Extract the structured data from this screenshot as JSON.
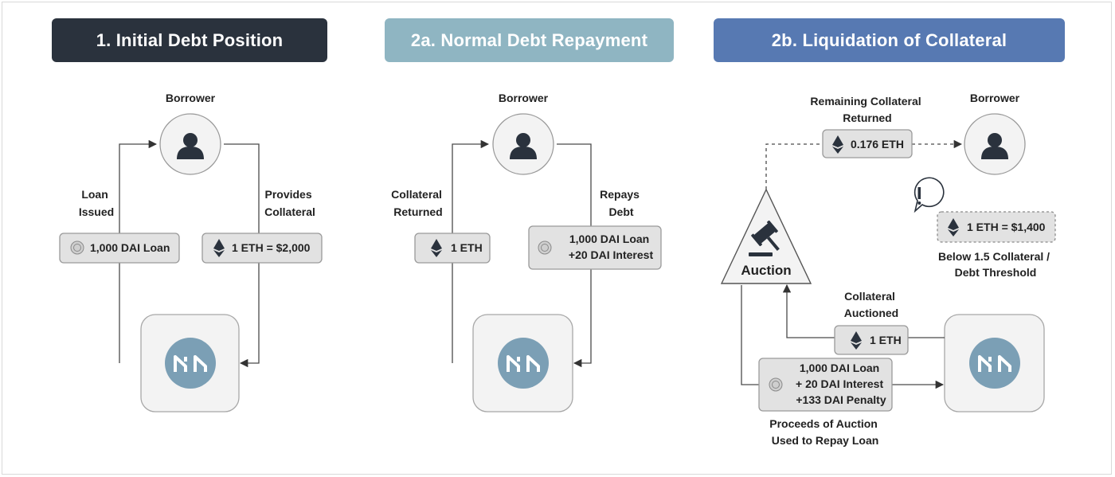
{
  "headers": {
    "initial": "1. Initial Debt Position",
    "repayment": "2a. Normal Debt Repayment",
    "liquidation": "2b. Liquidation of Collateral"
  },
  "panel1": {
    "borrower": "Borrower",
    "loan_issued": [
      "Loan",
      "Issued"
    ],
    "provides_collateral": [
      "Provides",
      "Collateral"
    ],
    "loan_tag": "1,000 DAI Loan",
    "eth_tag": "1 ETH = $2,000"
  },
  "panel2": {
    "borrower": "Borrower",
    "collateral_returned": [
      "Collateral",
      "Returned"
    ],
    "repays_debt": [
      "Repays",
      "Debt"
    ],
    "eth_tag": "1 ETH",
    "repay_tag": [
      "1,000 DAI Loan",
      "+20 DAI Interest"
    ]
  },
  "panel3": {
    "borrower": "Borrower",
    "remaining": [
      "Remaining Collateral",
      "Returned"
    ],
    "remaining_tag": "0.176 ETH",
    "price_tag": "1 ETH = $1,400",
    "threshold": [
      "Below 1.5 Collateral /",
      "Debt Threshold"
    ],
    "auction": "Auction",
    "collateral_auctioned": [
      "Collateral",
      "Auctioned"
    ],
    "auctioned_tag": "1 ETH",
    "proceeds_tag": [
      "1,000 DAI Loan",
      "+ 20 DAI Interest",
      "+133 DAI Penalty"
    ],
    "proceeds_caption": [
      "Proceeds of Auction",
      "Used to Repay Loan"
    ]
  },
  "icons": [
    "user-icon",
    "maker-logo-icon",
    "eth-icon",
    "dai-coin-icon",
    "gavel-icon",
    "alert-icon"
  ],
  "colors": {
    "header_dark": "#2a323d",
    "header_teal": "#8fb5c2",
    "header_blue": "#5779b2",
    "maker_logo": "#7b9fb5"
  }
}
